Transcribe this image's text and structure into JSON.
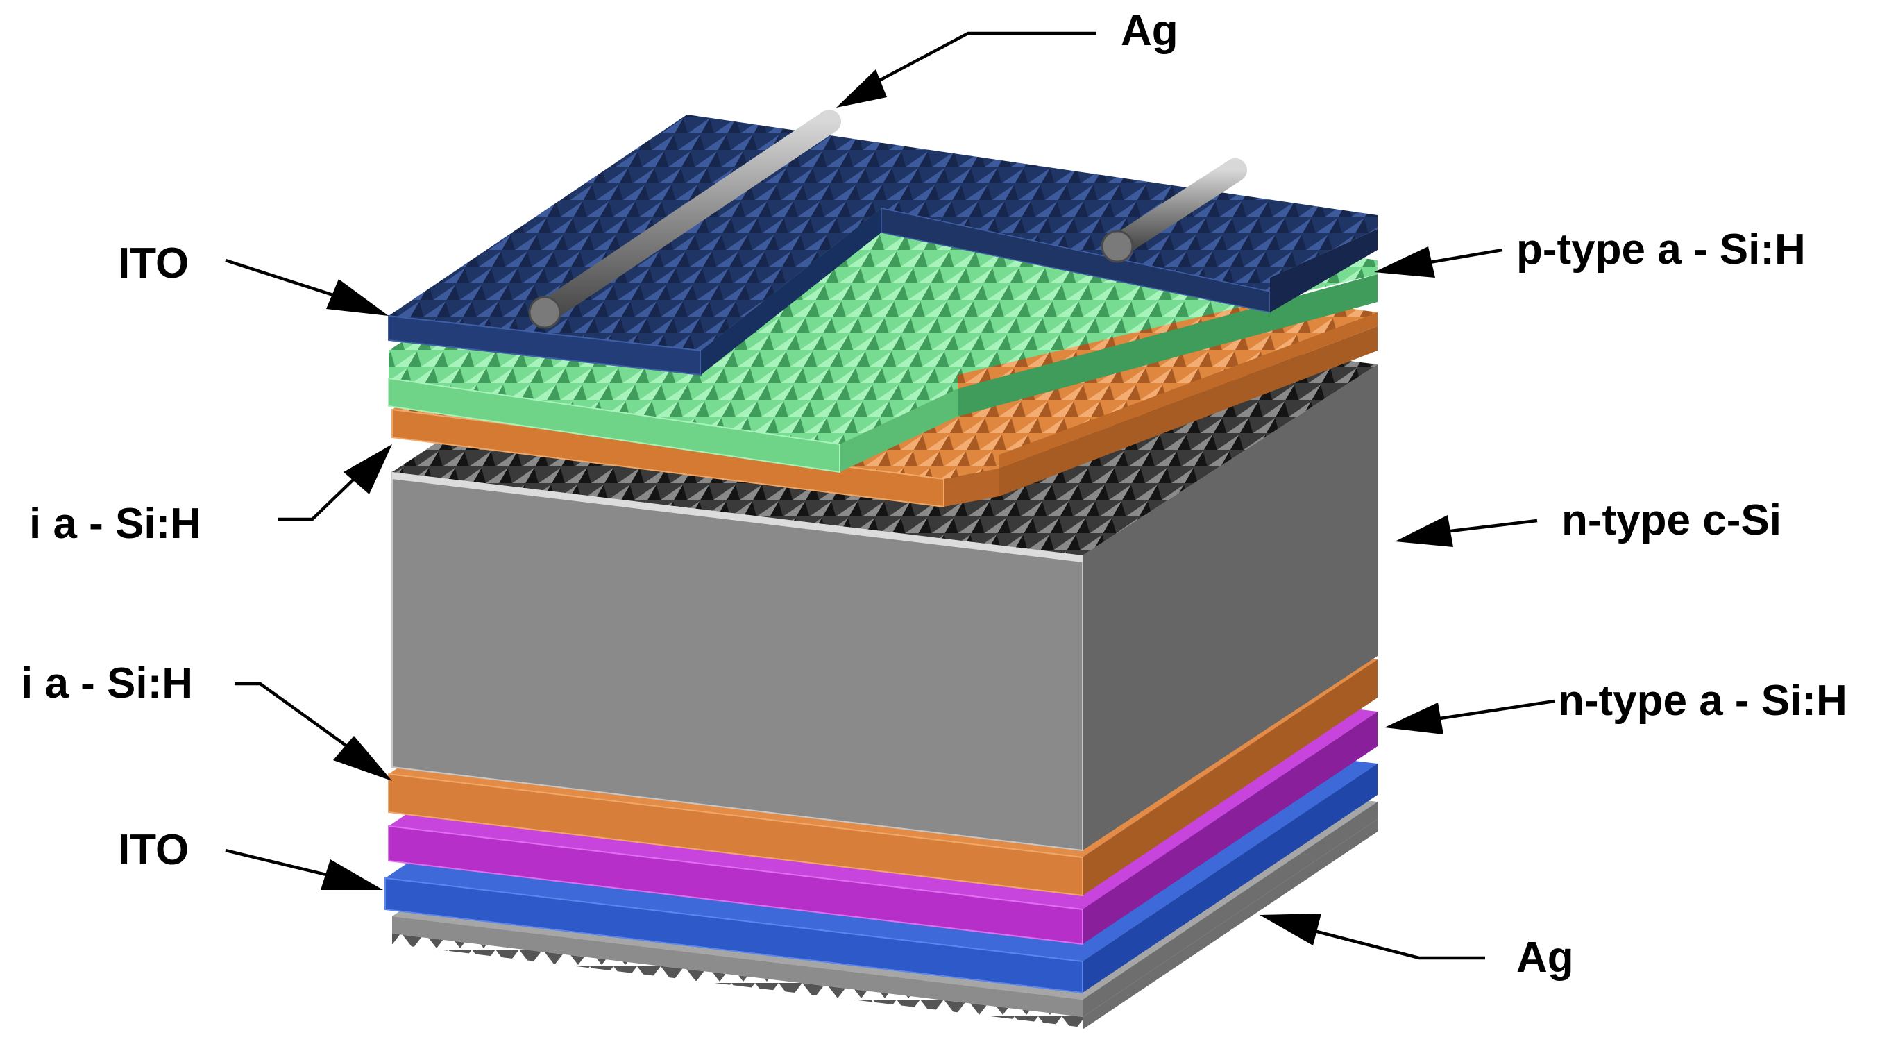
{
  "labels": {
    "ag_top": "Ag",
    "ito_top": "ITO",
    "p_type": "p-type a - Si:H",
    "i_top": "i a - Si:H",
    "n_csi": "n-type c-Si",
    "i_bottom": "i a - Si:H",
    "n_type": "n-type a - Si:H",
    "ito_bottom": "ITO",
    "ag_bottom": "Ag"
  },
  "colors": {
    "ito_top": "#1f3566",
    "p_type": "#7fe39a",
    "i_top": "#e08a45",
    "n_csi": "#7a7a7a",
    "n_type": "#d77f3a",
    "i_bottom": "#b52fc8",
    "ito_bottom": "#2d59c9",
    "ag": "#9a9a9a"
  }
}
